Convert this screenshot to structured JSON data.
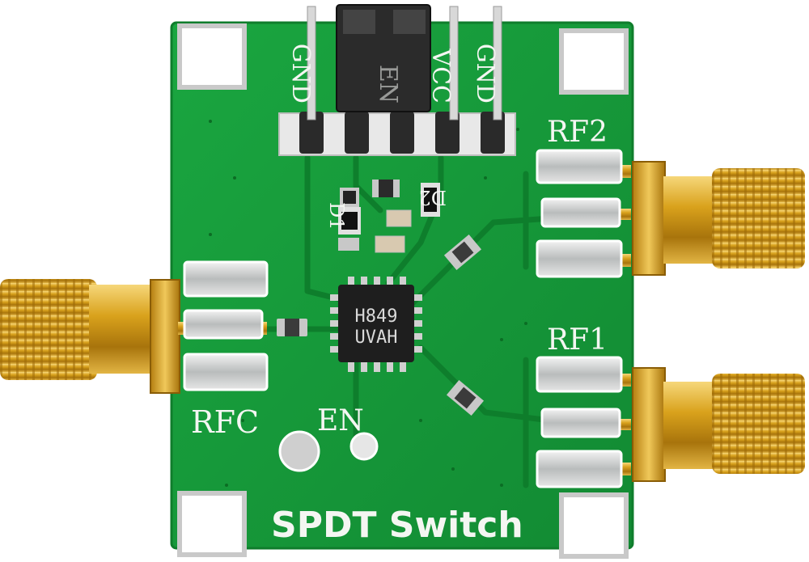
{
  "board": {
    "title": "SPDT Switch",
    "chip_line1": "H849",
    "chip_line2": "UVAH",
    "header_pins": [
      "GND",
      "EN",
      "VCC",
      "GND"
    ],
    "labels": {
      "rf2": "RF2",
      "rf1": "RF1",
      "rfc": "RFC",
      "en": "EN",
      "d1": "D1",
      "d2": "D2"
    }
  },
  "colors": {
    "pcb": "#169a3a",
    "pcb_dark": "#0f7d2c",
    "gold": "#d9a21c",
    "silkscreen": "#f4f6f2",
    "chip": "#1e1e1e"
  }
}
